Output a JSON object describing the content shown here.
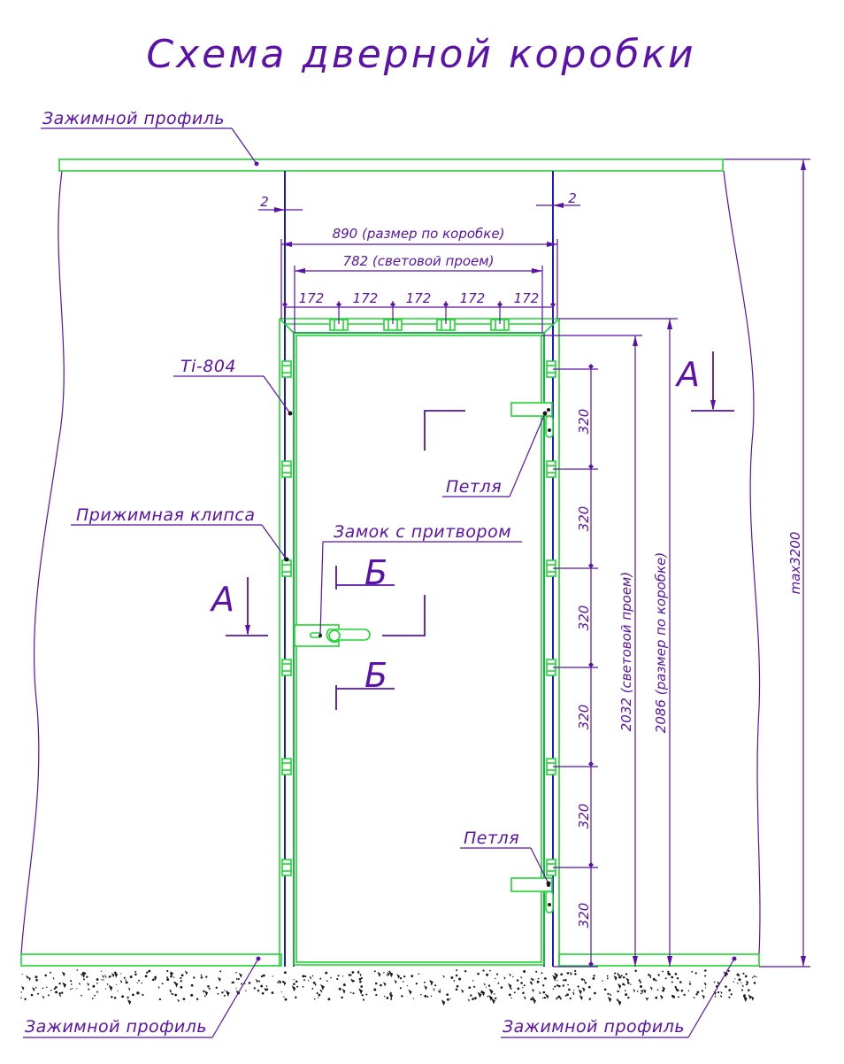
{
  "title": "Схема дверной коробки",
  "labels": {
    "clamp_profile_top": "Зажимной профиль",
    "clamp_profile_bottom_left": "Зажимной профиль",
    "clamp_profile_bottom_right": "Зажимной профиль",
    "frame_model": "Ti-804",
    "hinge_upper": "Петля",
    "hinge_lower": "Петля",
    "pressure_clip": "Прижимная клипса",
    "lock": "Замок с притвором"
  },
  "dimensions": {
    "gap_left": "2",
    "gap_right": "2",
    "frame_width": "890 (размер по коробке)",
    "clear_width": "782 (световой проем)",
    "top_pitch": [
      "172",
      "172",
      "172",
      "172",
      "172"
    ],
    "hinge_side_pitch": [
      "320",
      "320",
      "320",
      "320",
      "320",
      "320"
    ],
    "clear_height": "2032 (световой проем)",
    "frame_height": "2086 (размер по коробке)",
    "max_height": "max3200"
  },
  "sections": {
    "a_right": "А",
    "a_left": "А",
    "b_top": "Б",
    "b_bottom": "Б"
  },
  "colors": {
    "profile_green": "#1fd630",
    "frame_blue": "#1a1ac8",
    "annotation_purple": "#5a12a8"
  }
}
